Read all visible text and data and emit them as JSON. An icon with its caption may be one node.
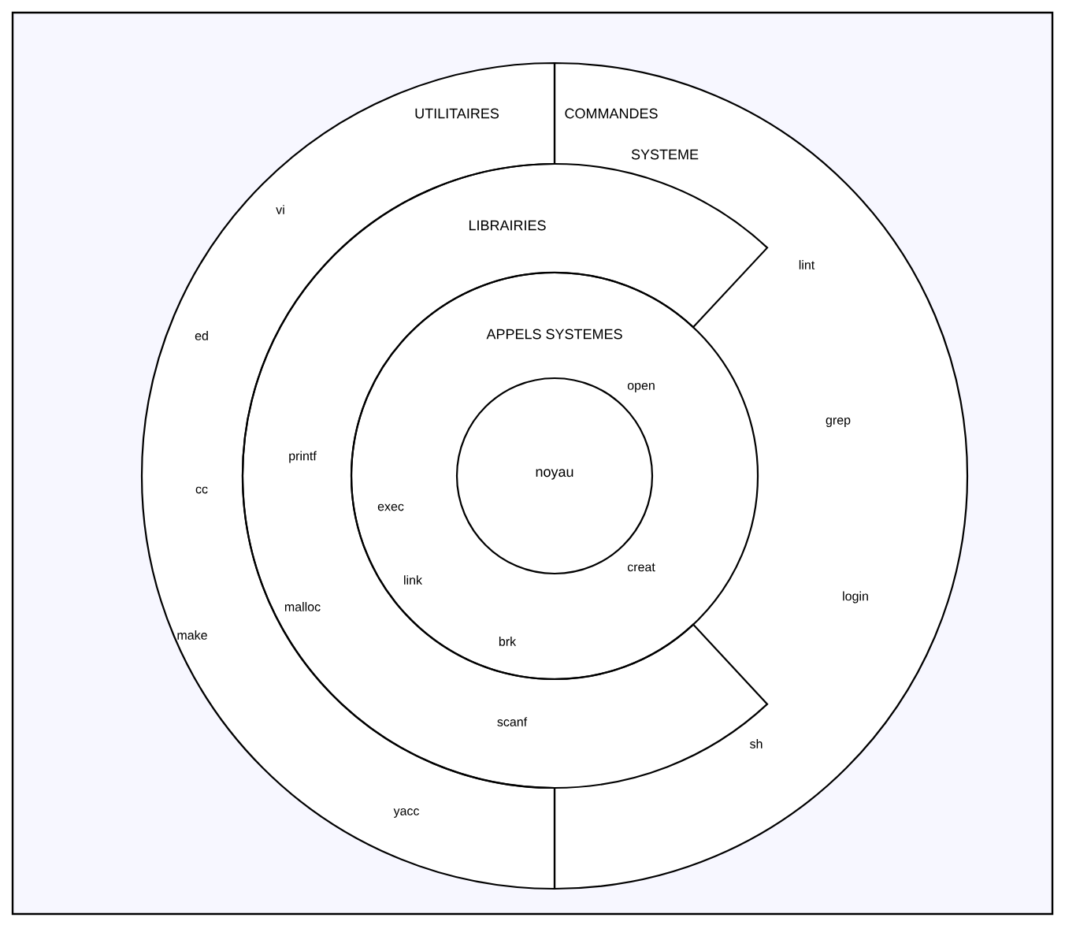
{
  "diagram": {
    "nodes": [
      {
        "text": [
          "UTILITAIRES"
        ]
      },
      {
        "text": [
          "COMMANDES",
          "SYSTEME"
        ]
      },
      {
        "text": [
          "LIBRAIRIES"
        ]
      },
      {
        "text": [
          "APPELS SYSTEMES"
        ]
      },
      {
        "text": [
          "noyau"
        ],
        "in": 3
      }
    ],
    "labels": [
      "vi",
      "ed",
      "lint",
      "printf",
      "open",
      "exec",
      "grep",
      "cc",
      "creat",
      "link",
      "login",
      "malloc",
      "make",
      "brk",
      "scanf",
      "sh",
      "yacc"
    ]
  }
}
